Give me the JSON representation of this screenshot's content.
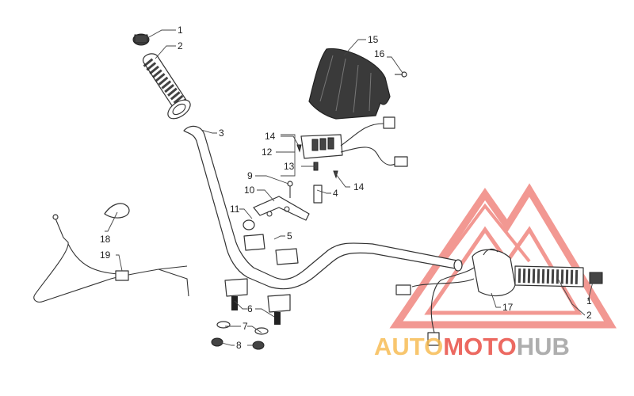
{
  "callouts": [
    {
      "id": "c1a",
      "text": "1"
    },
    {
      "id": "c2a",
      "text": "2"
    },
    {
      "id": "c3",
      "text": "3"
    },
    {
      "id": "c4",
      "text": "4"
    },
    {
      "id": "c5",
      "text": "5"
    },
    {
      "id": "c6",
      "text": "6"
    },
    {
      "id": "c7",
      "text": "7"
    },
    {
      "id": "c8",
      "text": "8"
    },
    {
      "id": "c9",
      "text": "9"
    },
    {
      "id": "c10",
      "text": "10"
    },
    {
      "id": "c11",
      "text": "11"
    },
    {
      "id": "c12",
      "text": "12"
    },
    {
      "id": "c13",
      "text": "13"
    },
    {
      "id": "c14a",
      "text": "14"
    },
    {
      "id": "c14b",
      "text": "14"
    },
    {
      "id": "c15",
      "text": "15"
    },
    {
      "id": "c16",
      "text": "16"
    },
    {
      "id": "c17",
      "text": "17"
    },
    {
      "id": "c18",
      "text": "18"
    },
    {
      "id": "c19",
      "text": "19"
    },
    {
      "id": "c1b",
      "text": "1"
    },
    {
      "id": "c2b",
      "text": "2"
    }
  ],
  "watermark": {
    "part1": "AUTO",
    "part2": "MOTO",
    "part3": "HUB",
    "color_orange": "#f7b84a",
    "color_red": "#e8443a",
    "color_gray": "#9a9a9a"
  }
}
